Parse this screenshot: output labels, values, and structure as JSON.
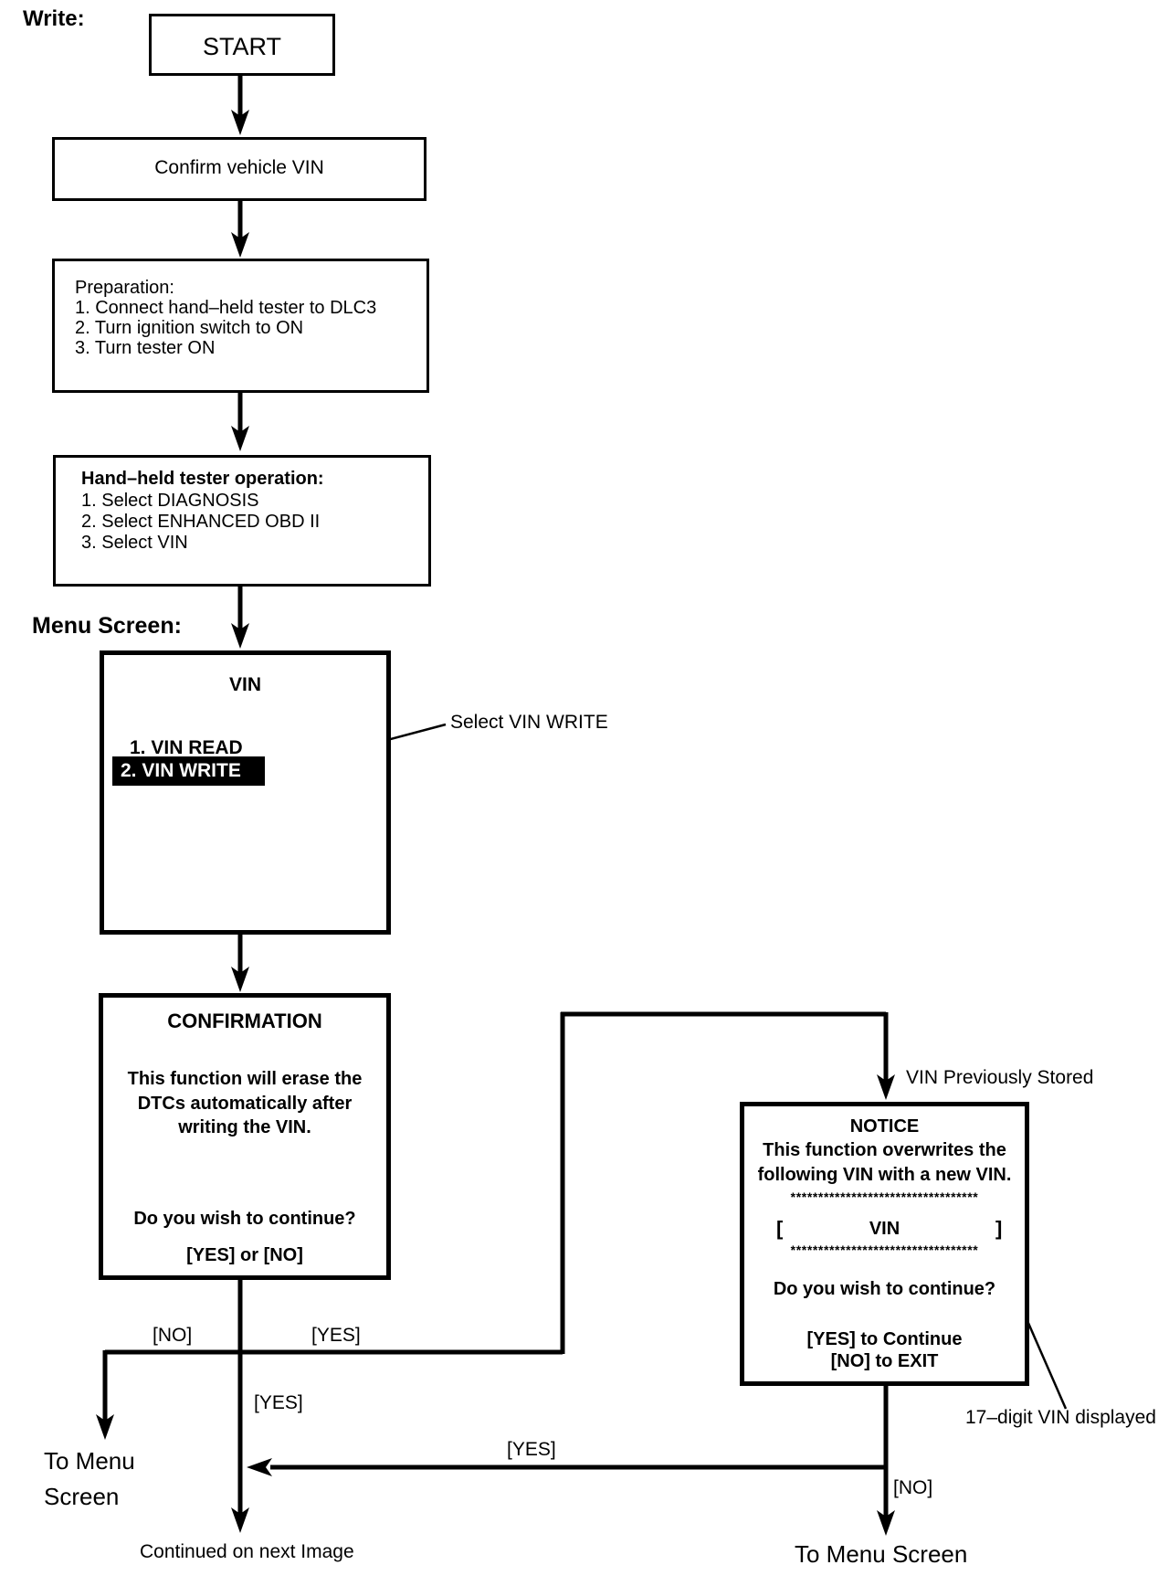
{
  "page": {
    "write_label": "Write:",
    "menu_screen_label": "Menu Screen:"
  },
  "flow": {
    "start_label": "START",
    "confirm_label": "Confirm vehicle VIN",
    "preparation": {
      "title": "Preparation:",
      "steps": [
        "1. Connect hand–held tester to DLC3",
        "2. Turn ignition switch to ON",
        "3. Turn tester ON"
      ]
    },
    "tester": {
      "title": "Hand–held tester operation:",
      "steps": [
        "1. Select DIAGNOSIS",
        "2. Select ENHANCED OBD II",
        "3. Select VIN"
      ]
    }
  },
  "menu_box": {
    "title": "VIN",
    "item_read": "1. VIN READ",
    "item_write": "2. VIN WRITE"
  },
  "confirmation_box": {
    "title": "CONFIRMATION",
    "line1": "This function will erase the",
    "line2": "DTCs automatically after",
    "line3": "writing the VIN.",
    "question": "Do you wish to continue?",
    "options": "[YES] or [NO]"
  },
  "notice_box": {
    "title": "NOTICE",
    "line1": "This function overwrites the",
    "line2": "following VIN with a new VIN.",
    "asterisk_row": "**********************************",
    "bracket_left": "[",
    "vin_label": "VIN",
    "bracket_right": "]",
    "question": "Do you wish to continue?",
    "yes_option": "[YES] to Continue",
    "no_option": "[NO] to EXIT"
  },
  "annotations": {
    "select_vin_write": "Select VIN WRITE",
    "vin_previously_stored": "VIN Previously Stored",
    "seventeen_digit_vin": "17–digit VIN displayed"
  },
  "edge_labels": {
    "no_left": "[NO]",
    "yes_right": "[YES]",
    "yes_down": "[YES]",
    "yes_return": "[YES]",
    "no_notice": "[NO]"
  },
  "exits": {
    "to_menu_left_line1": "To Menu",
    "to_menu_left_line2": "Screen",
    "to_menu_right": "To Menu Screen",
    "continued": "Continued on next Image"
  }
}
